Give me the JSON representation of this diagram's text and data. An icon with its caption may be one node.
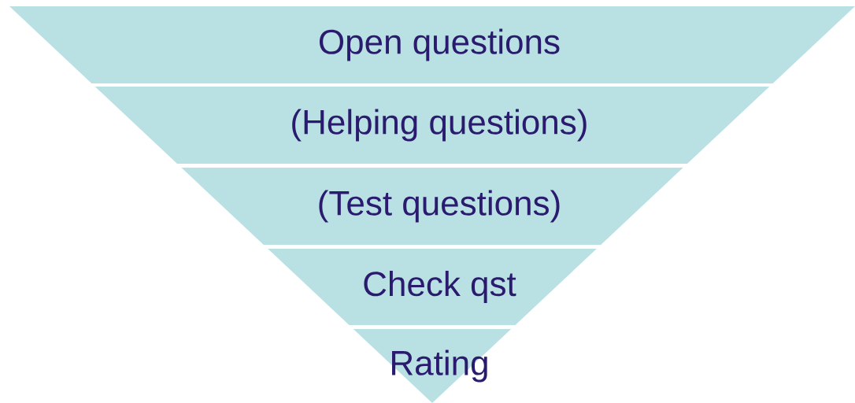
{
  "diagram": {
    "nodes": [
      {
        "text": [
          "Open questions"
        ]
      },
      {
        "text": [
          "(Helping questions)"
        ]
      },
      {
        "text": [
          "(Test questions)"
        ]
      },
      {
        "text": [
          "Check qst"
        ]
      },
      {
        "text": [
          "Rating"
        ]
      }
    ]
  }
}
